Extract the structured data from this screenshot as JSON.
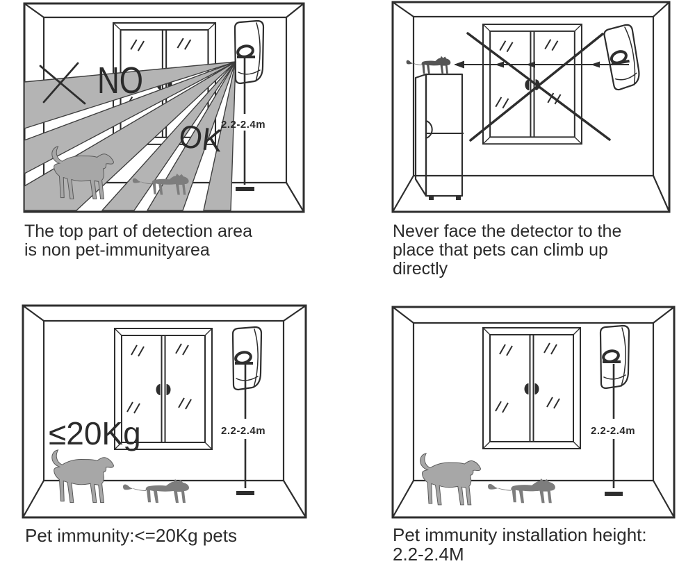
{
  "colors": {
    "line": "#2e2e2e",
    "beam": "#b4b4b4",
    "beam_edge": "#3f3f3f",
    "dog": "#a7a7a7",
    "cat": "#7d7d7d",
    "cat_dark": "#545454",
    "text": "#2b2b2b",
    "bg": "#ffffff"
  },
  "icons": {
    "detector": "motion-detector",
    "dog": "dog-silhouette",
    "cat": "cat-silhouette",
    "window": "double-casement-window",
    "cabinet": "tall-cabinet",
    "cross": "x-cross-mark",
    "arrow": "leftward-detection-arrow",
    "measure": "mounting-height-measure-line"
  },
  "panels": {
    "top_left": {
      "no_label": "NO",
      "ok_label": "OK",
      "height_label": "2.2-2.4m",
      "caption_line1": "The top part of detection area",
      "caption_line2": "is non pet-immunityarea"
    },
    "top_right": {
      "caption_line1": "Never face the detector to the",
      "caption_line2": "place that pets can climb up",
      "caption_line3": "directly"
    },
    "bottom_left": {
      "weight_label": "≤20Kg",
      "height_label": "2.2-2.4m",
      "caption": "Pet immunity:<=20Kg pets"
    },
    "bottom_right": {
      "height_label": "2.2-2.4m",
      "caption_line1": "Pet immunity installation height:",
      "caption_line2": "2.2-2.4M"
    }
  }
}
